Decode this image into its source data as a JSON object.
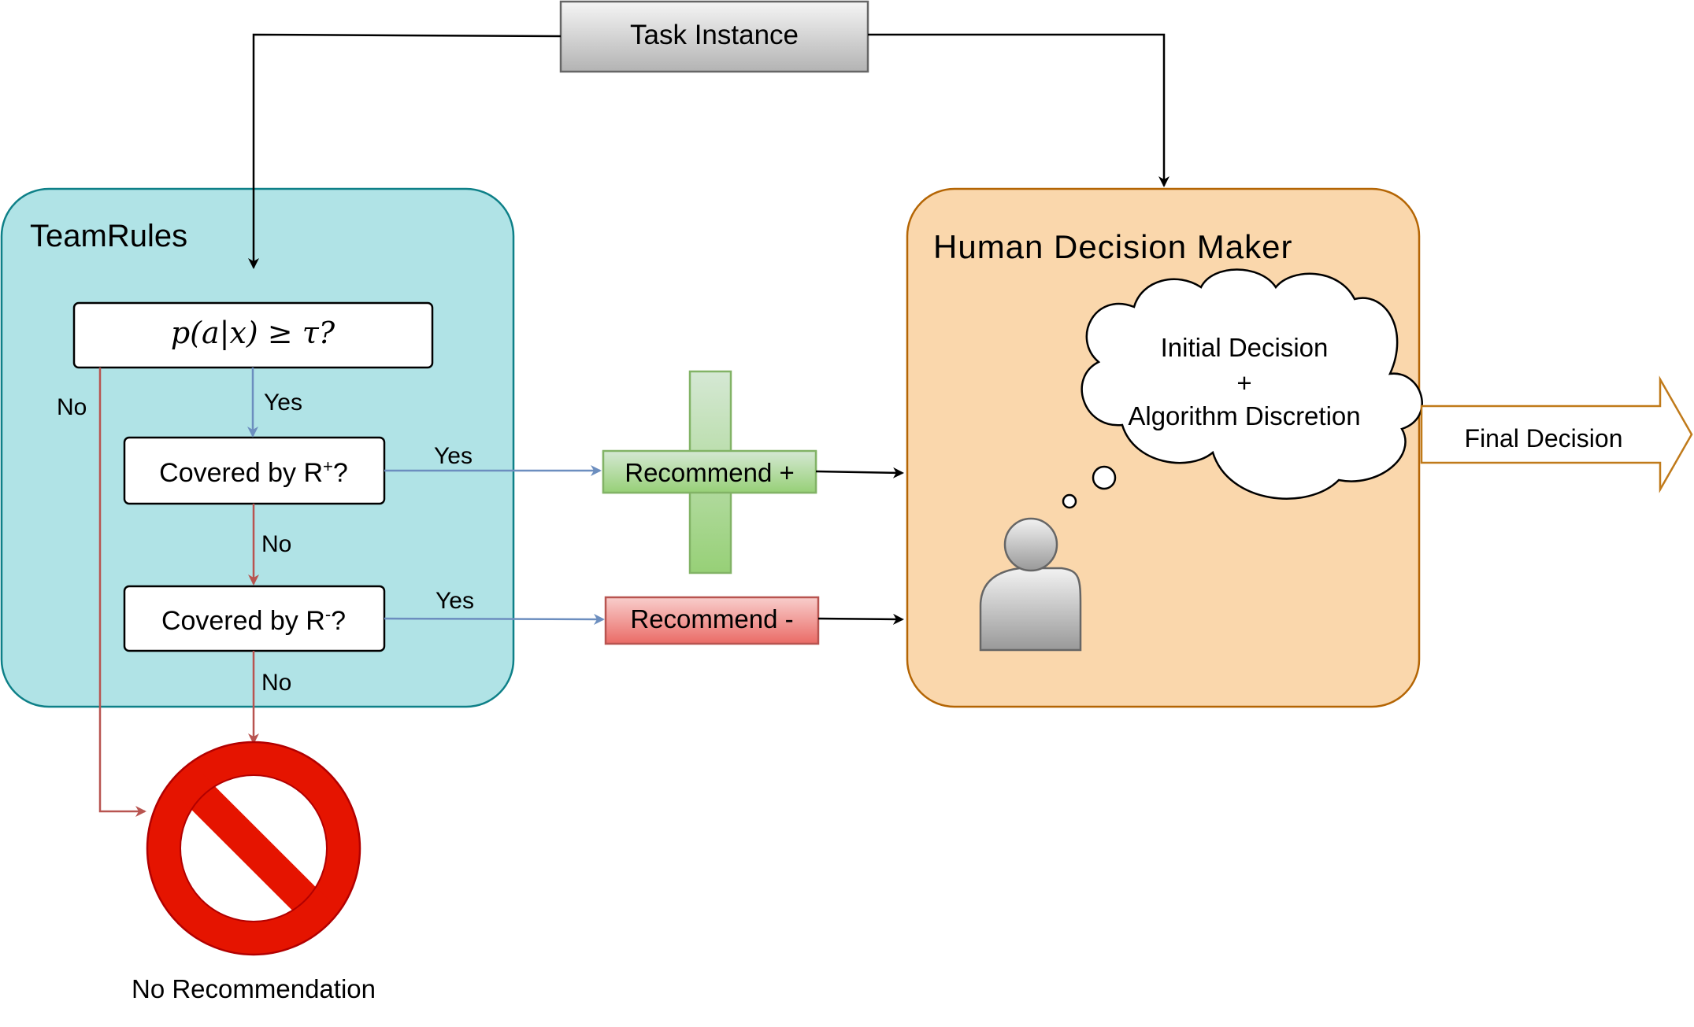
{
  "task_instance": "Task Instance",
  "teamrules": {
    "title": "TeamRules",
    "threshold_question": "p(a|x) ≥ τ?",
    "covered_pos": {
      "prefix": "Covered by R",
      "sup": "+",
      "suffix": "?"
    },
    "covered_neg": {
      "prefix": "Covered by R",
      "sup": "-",
      "suffix": "?"
    }
  },
  "edge_labels": {
    "threshold_no": "No",
    "threshold_yes": "Yes",
    "pos_yes": "Yes",
    "pos_no": "No",
    "neg_yes": "Yes",
    "neg_no": "No"
  },
  "recommend_pos": "Recommend +",
  "recommend_neg": "Recommend -",
  "no_recommendation": "No Recommendation",
  "human": {
    "title": "Human Decision Maker",
    "thought_line1": "Initial Decision",
    "thought_line2": "+",
    "thought_line3": "Algorithm Discretion"
  },
  "final_decision": "Final Decision",
  "colors": {
    "teamrules_fill": "#b0e3e6",
    "teamrules_stroke": "#0e8088",
    "human_fill": "#fad7ac",
    "human_stroke": "#b46504",
    "recommend_pos_fill": "#a5d88b",
    "recommend_pos_stroke": "#82b366",
    "recommend_neg_fill": "#ea6b66",
    "recommend_neg_stroke": "#b85450",
    "yes_arrow": "#6c8ebf",
    "no_arrow": "#b85450",
    "stop_sign": "#e51400",
    "final_arrow": "#c07a1a"
  },
  "icons": [
    "plus-icon",
    "person-icon",
    "thought-cloud-icon",
    "no-entry-icon",
    "block-arrow-icon"
  ]
}
